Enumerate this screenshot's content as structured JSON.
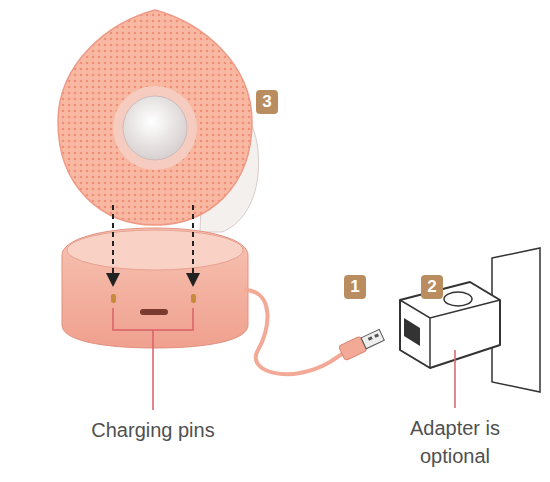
{
  "diagram": {
    "labels": [
      "3",
      "1",
      "2",
      "Charging pins",
      "Adapter is optional"
    ]
  }
}
